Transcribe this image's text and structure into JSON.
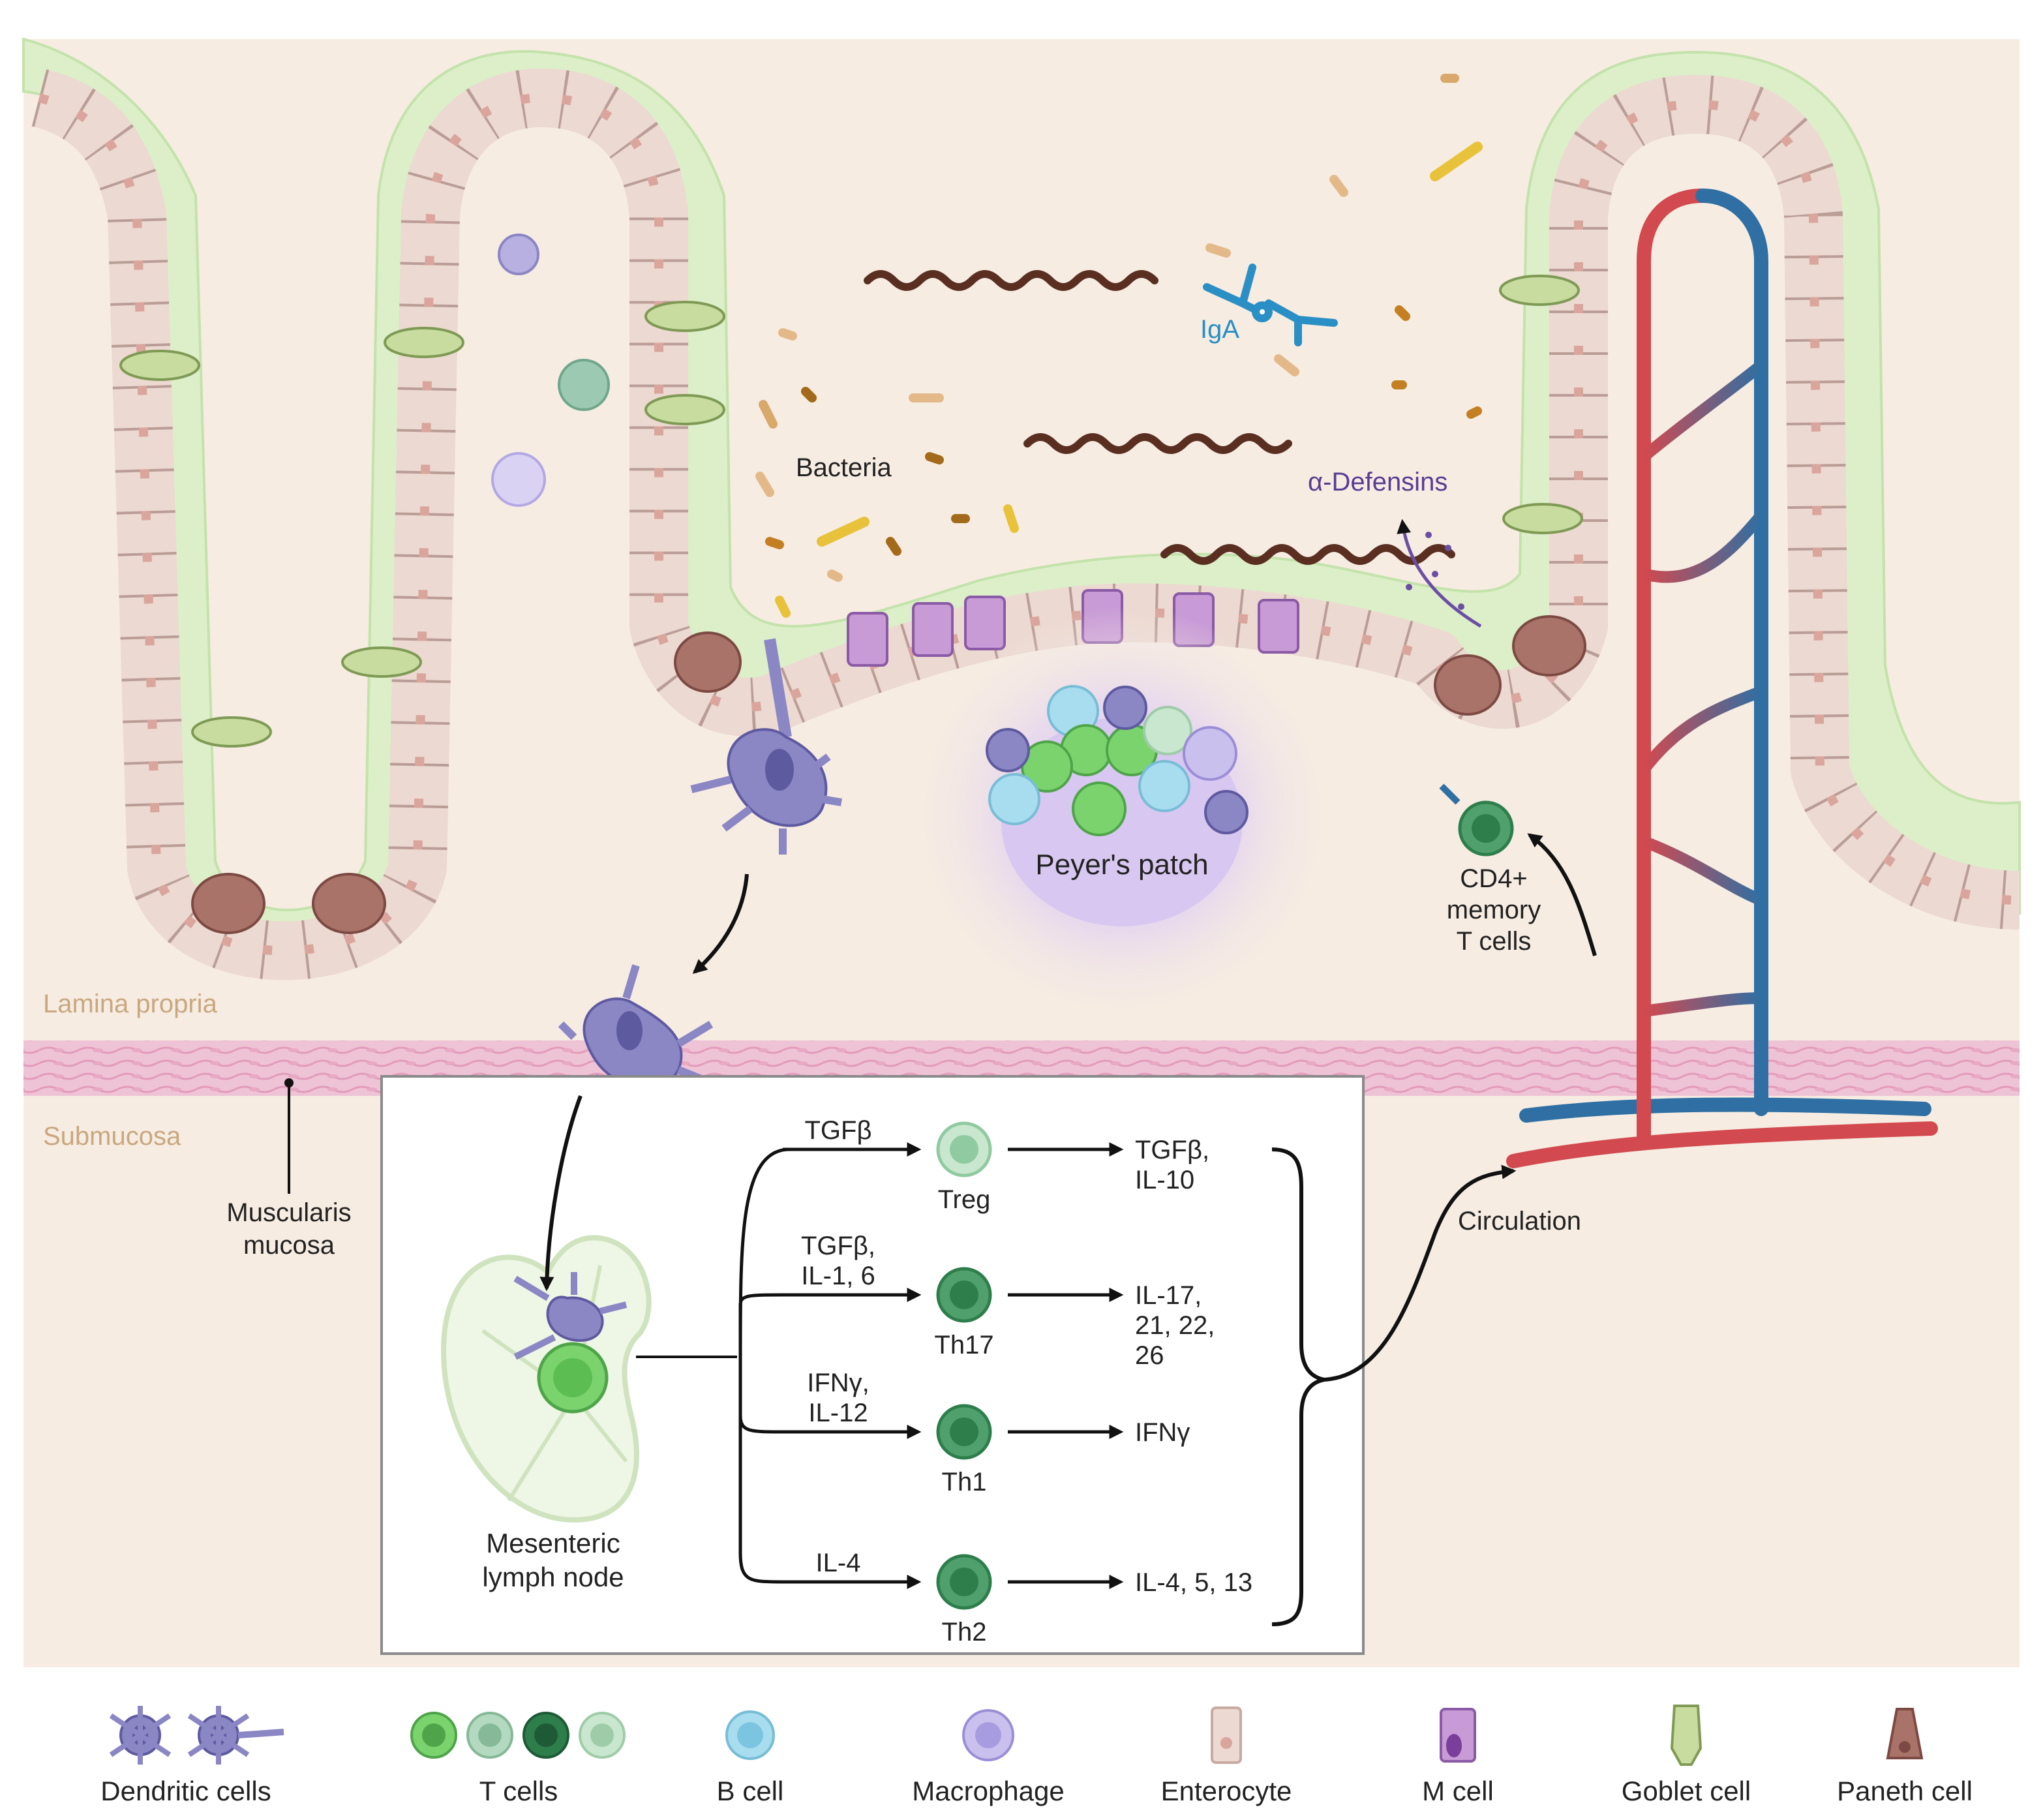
{
  "labels": {
    "bacteria": "Bacteria",
    "iga": "IgA",
    "defensins": "α-Defensins",
    "peyers_patch": "Peyer's patch",
    "cd4_line1": "CD4+",
    "cd4_line2": "memory",
    "cd4_line3": "T cells",
    "lamina_propria": "Lamina propria",
    "submucosa": "Submucosa",
    "muscularis_line1": "Muscularis",
    "muscularis_line2": "mucosa",
    "circulation": "Circulation",
    "lymph_line1": "Mesenteric",
    "lymph_line2": "lymph node"
  },
  "pathways": [
    {
      "input_lines": [
        "TGFβ"
      ],
      "cell": "Treg",
      "output_lines": [
        "TGFβ,",
        "IL-10"
      ],
      "cell_color": "#c9e6cf",
      "core_color": "#8fcaa0"
    },
    {
      "input_lines": [
        "TGFβ,",
        "IL-1, 6"
      ],
      "cell": "Th17",
      "output_lines": [
        "IL-17,",
        "21, 22,",
        "26"
      ],
      "cell_color": "#4fa06c",
      "core_color": "#2e7e4c"
    },
    {
      "input_lines": [
        "IFNγ,",
        "IL-12"
      ],
      "cell": "Th1",
      "output_lines": [
        "IFNγ"
      ],
      "cell_color": "#4fa06c",
      "core_color": "#2e7e4c"
    },
    {
      "input_lines": [
        "IL-4"
      ],
      "cell": "Th2",
      "output_lines": [
        "IL-4, 5, 13"
      ],
      "cell_color": "#4fa06c",
      "core_color": "#2e7e4c"
    }
  ],
  "legend": [
    {
      "icon": "dendritic-cell-icon",
      "label": "Dendritic cells"
    },
    {
      "icon": "t-cell-icon",
      "label": "T cells"
    },
    {
      "icon": "b-cell-icon",
      "label": "B cell"
    },
    {
      "icon": "macrophage-icon",
      "label": "Macrophage"
    },
    {
      "icon": "enterocyte-icon",
      "label": "Enterocyte"
    },
    {
      "icon": "m-cell-icon",
      "label": "M cell"
    },
    {
      "icon": "goblet-cell-icon",
      "label": "Goblet cell"
    },
    {
      "icon": "paneth-cell-icon",
      "label": "Paneth cell"
    }
  ],
  "colors": {
    "tissue": "#f6ece2",
    "mucus": "#dcefc9",
    "enterocyte": "#ecd9d1",
    "dendritic": "#8b86c4",
    "t_cell": "#7bd36d",
    "b_cell": "#a8dcef",
    "macrophage": "#c9c0ee",
    "artery": "#d2494f",
    "vein": "#2f6fa3",
    "muscularis": "#efc3d6"
  }
}
